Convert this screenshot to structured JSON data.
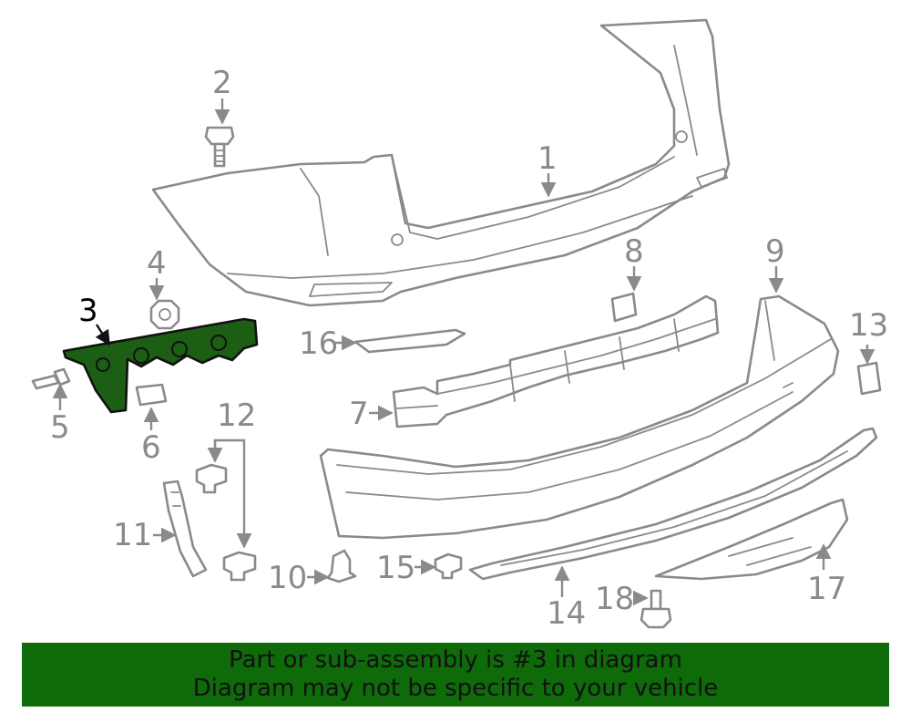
{
  "diagram": {
    "highlighted_part": "3",
    "highlight_color": "#1c5e14",
    "line_color": "#8a8a8a",
    "callouts": [
      "1",
      "2",
      "3",
      "4",
      "5",
      "6",
      "7",
      "8",
      "9",
      "10",
      "11",
      "12",
      "13",
      "14",
      "15",
      "16",
      "17",
      "18"
    ]
  },
  "banner": {
    "line1": "Part or sub-assembly is #3 in diagram",
    "line2": "Diagram may not be specific to your vehicle",
    "background": "#0f6a0a"
  }
}
